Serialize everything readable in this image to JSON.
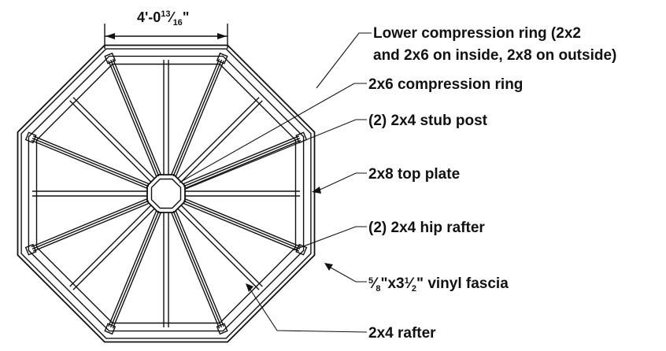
{
  "dimension": {
    "main": "4'-0",
    "frac_num": "13",
    "frac_den": "16",
    "tail": "\""
  },
  "labels": {
    "lower_ring_line1": "Lower compression ring (2x2",
    "lower_ring_line2": "and 2x6 on inside, 2x8 on outside)",
    "compression_ring": "2x6 compression ring",
    "stub_post": "(2) 2x4 stub post",
    "top_plate": "2x8 top plate",
    "hip_rafter": "(2) 2x4 hip rafter",
    "fascia_num": "5",
    "fascia_den": "8",
    "fascia_mid": "\"x3",
    "fascia_num2": "1",
    "fascia_den2": "2",
    "fascia_rest": "\" vinyl fascia",
    "rafter": "2x4 rafter"
  }
}
